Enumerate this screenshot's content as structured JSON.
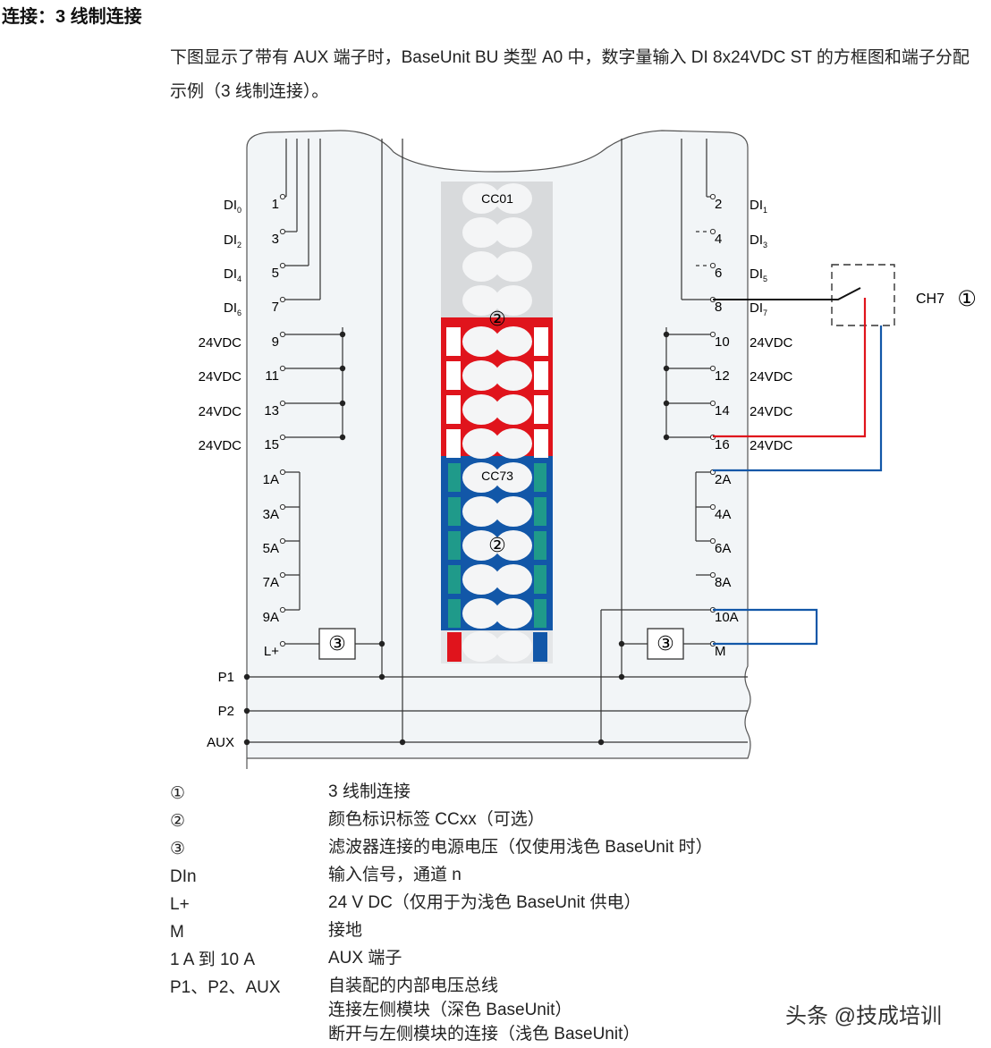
{
  "heading": "连接：3 线制连接",
  "intro": "下图显示了带有 AUX 端子时，BaseUnit BU 类型 A0 中，数字量输入 DI 8x24VDC ST 的方框图和端子分配示例（3 线制连接）。",
  "diagram": {
    "left_terminals": [
      {
        "num": "1",
        "label": "DI",
        "sub": "0"
      },
      {
        "num": "3",
        "label": "DI",
        "sub": "2"
      },
      {
        "num": "5",
        "label": "DI",
        "sub": "4"
      },
      {
        "num": "7",
        "label": "DI",
        "sub": "6"
      },
      {
        "num": "9",
        "label": "24VDC"
      },
      {
        "num": "11",
        "label": "24VDC"
      },
      {
        "num": "13",
        "label": "24VDC"
      },
      {
        "num": "15",
        "label": "24VDC"
      },
      {
        "num": "1A"
      },
      {
        "num": "3A"
      },
      {
        "num": "5A"
      },
      {
        "num": "7A"
      },
      {
        "num": "9A"
      },
      {
        "num": "L+"
      }
    ],
    "right_terminals": [
      {
        "num": "2",
        "label": "DI",
        "sub": "1"
      },
      {
        "num": "4",
        "label": "DI",
        "sub": "3"
      },
      {
        "num": "6",
        "label": "DI",
        "sub": "5"
      },
      {
        "num": "8",
        "label": "DI",
        "sub": "7"
      },
      {
        "num": "10",
        "label": "24VDC"
      },
      {
        "num": "12",
        "label": "24VDC"
      },
      {
        "num": "14",
        "label": "24VDC"
      },
      {
        "num": "16",
        "label": "24VDC"
      },
      {
        "num": "2A"
      },
      {
        "num": "4A"
      },
      {
        "num": "6A"
      },
      {
        "num": "8A"
      },
      {
        "num": "10A"
      },
      {
        "num": "M"
      }
    ],
    "bus_labels": [
      "P1",
      "P2",
      "AUX"
    ],
    "label_top": "CC01",
    "label_blue": "CC73",
    "marker_1": "①",
    "marker_2": "②",
    "marker_3": "③",
    "channel": "CH7",
    "colors": {
      "red": "#e0141c",
      "blue": "#1257a8",
      "teal": "#1f9a8a",
      "gray": "#d8dadc",
      "module": "#f2f5f7"
    }
  },
  "legend": [
    {
      "key": "①",
      "value": [
        "3 线制连接"
      ]
    },
    {
      "key": "②",
      "value": [
        "颜色标识标签 CCxx（可选）"
      ]
    },
    {
      "key": "③",
      "value": [
        "滤波器连接的电源电压（仅使用浅色 BaseUnit 时）"
      ]
    },
    {
      "key": "DIn",
      "value": [
        "输入信号，通道 n"
      ]
    },
    {
      "key": "L+",
      "value": [
        "24 V DC（仅用于为浅色 BaseUnit 供电）"
      ]
    },
    {
      "key": "M",
      "value": [
        "接地"
      ]
    },
    {
      "key": "1 A 到 10 A",
      "value": [
        "AUX 端子"
      ]
    },
    {
      "key": "P1、P2、AUX",
      "value": [
        "自装配的内部电压总线",
        "连接左侧模块（深色 BaseUnit）",
        "断开与左侧模块的连接（浅色 BaseUnit）"
      ]
    }
  ],
  "watermark": "头条 @技成培训"
}
